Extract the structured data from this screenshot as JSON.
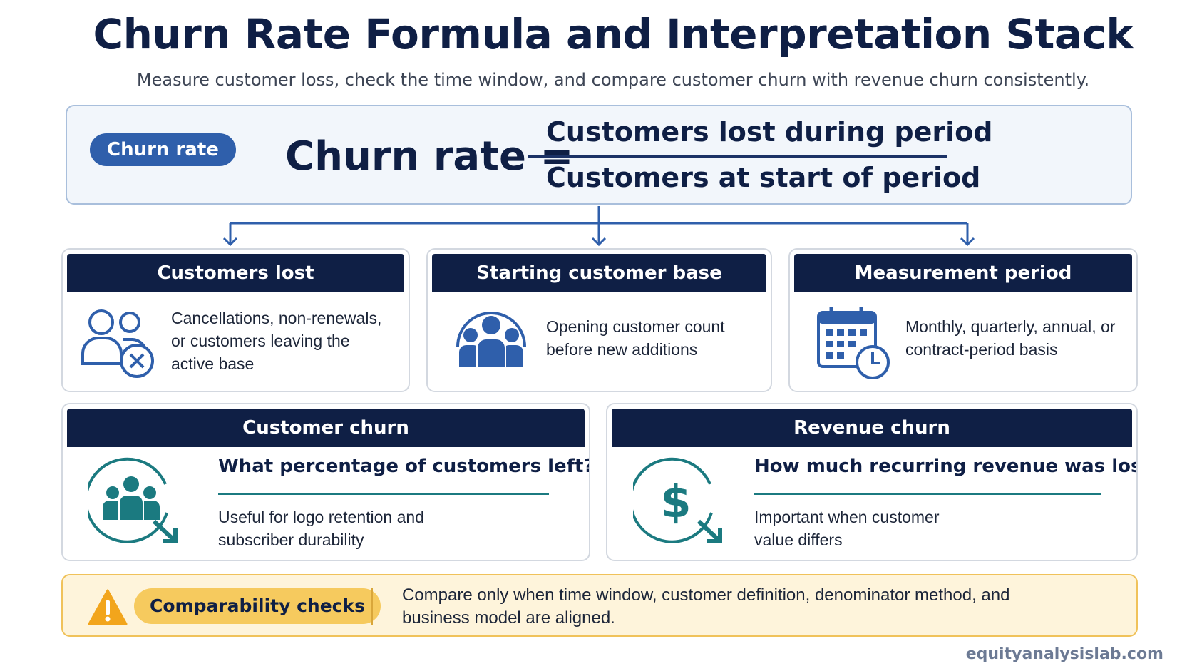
{
  "header": {
    "title": "Churn Rate Formula and Interpretation Stack",
    "subtitle": "Measure customer loss, check the time window, and compare customer churn with revenue churn consistently."
  },
  "formula": {
    "pill": "Churn rate",
    "lhs": "Churn rate =",
    "numerator": "Customers lost during period",
    "denominator": "Customers at start of period"
  },
  "components": [
    {
      "title": "Customers lost",
      "text": "Cancellations, non-renewals, or customers leaving the active base",
      "icon": "user-remove-icon"
    },
    {
      "title": "Starting customer base",
      "text": "Opening customer count before new additions",
      "icon": "customer-group-icon"
    },
    {
      "title": "Measurement period",
      "text": "Monthly, quarterly, annual, or contract-period basis",
      "icon": "calendar-clock-icon"
    }
  ],
  "comparisons": [
    {
      "title": "Customer churn",
      "question": "What percentage of customers left?",
      "text": "Useful for logo retention and subscriber durability",
      "icon": "customer-churn-icon"
    },
    {
      "title": "Revenue churn",
      "question": "How much recurring revenue was lost?",
      "text": "Important when customer value differs",
      "icon": "revenue-churn-icon"
    }
  ],
  "checks": {
    "label": "Comparability checks",
    "text": "Compare only when time window, customer definition, denominator method, and business model are aligned.",
    "icon": "warning-icon"
  },
  "footer": "equityanalysislab.com",
  "colors": {
    "navy": "#0f1f45",
    "blue": "#2f5fab",
    "teal": "#1b7a80",
    "amber": "#f6ca5e"
  }
}
